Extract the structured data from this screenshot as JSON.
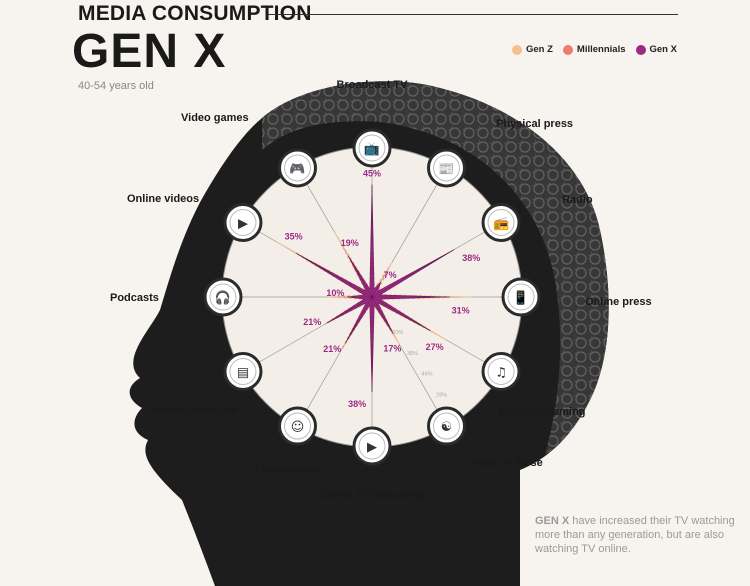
{
  "header": {
    "title": "MEDIA CONSUMPTION",
    "generation": "GEN X",
    "age_range": "40-54 years old"
  },
  "legend": [
    {
      "label": "Gen Z",
      "color": "#f6c08e"
    },
    {
      "label": "Millennials",
      "color": "#ef7d6e"
    },
    {
      "label": "Gen X",
      "color": "#9c2a82"
    }
  ],
  "note": {
    "lead": "GEN X",
    "text": "have increased their TV watching more than any generation, but are also watching TV online."
  },
  "chart_data": {
    "type": "radar",
    "categories": [
      "Broadcast TV",
      "Physical press",
      "Radio",
      "Online press",
      "Music-streaming",
      "None of these",
      "Online TV/streaming",
      "Livestreams",
      "Books/Literature",
      "Podcasts",
      "Online videos",
      "Video games"
    ],
    "icons": [
      "tv-icon",
      "newspaper-icon",
      "radio-icon",
      "tablet-icon",
      "music-note-icon",
      "meditation-icon",
      "tv-streaming-icon",
      "livestream-icon",
      "books-icon",
      "headphones-icon",
      "video-player-icon",
      "game-controller-icon"
    ],
    "rmax": 60,
    "series": [
      {
        "name": "Gen X",
        "values": [
          45,
          7,
          38,
          31,
          27,
          17,
          38,
          21,
          21,
          10,
          35,
          19
        ],
        "labels": [
          "45%",
          "7%",
          "38%",
          "31%",
          "27%",
          "17%",
          "38%",
          "21%",
          "21%",
          "10%",
          "35%",
          "19%"
        ]
      }
    ],
    "minor_labels": [
      "20%",
      "38%",
      "46%",
      "28%"
    ]
  }
}
